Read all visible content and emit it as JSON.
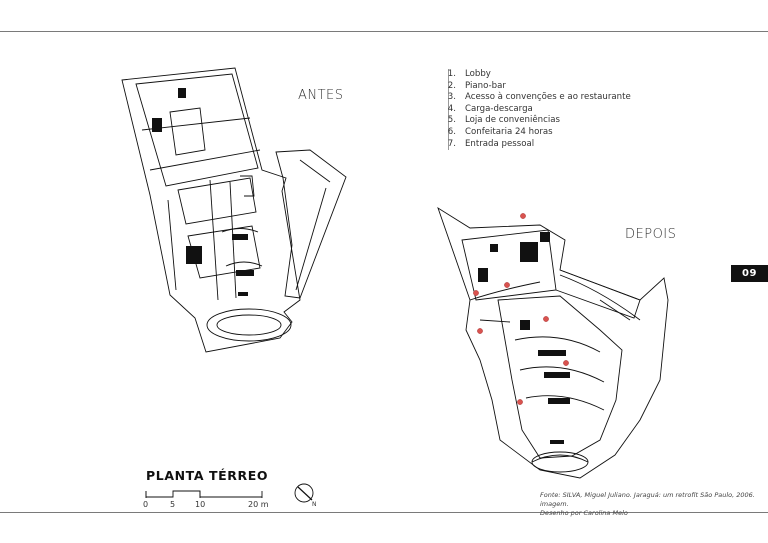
{
  "labels": {
    "before": "ANTES",
    "after": "DEPOIS",
    "sheet_title": "PLANTA TÉRREO",
    "page_number": "09",
    "north": "N"
  },
  "legend": [
    {
      "num": "1.",
      "text": "Lobby"
    },
    {
      "num": "2.",
      "text": "Piano-bar"
    },
    {
      "num": "3.",
      "text": "Acesso à convenções e ao restaurante"
    },
    {
      "num": "4.",
      "text": "Carga-descarga"
    },
    {
      "num": "5.",
      "text": "Loja de conveniências"
    },
    {
      "num": "6.",
      "text": "Confeitaria 24 horas"
    },
    {
      "num": "7.",
      "text": "Entrada pessoal"
    }
  ],
  "scale": {
    "ticks": [
      "0",
      "5",
      "10",
      "20 m"
    ]
  },
  "source": {
    "line1": "Fonte: SILVA, Miguel Juliano. Jaraguá: um retrofit São Paulo, 2006. imagem.",
    "line2": "Desenho por Carolina Melo"
  },
  "colors": {
    "marker": "#d9534f",
    "ink": "#111111",
    "rule": "#7a7a7a",
    "badge": "#111111"
  }
}
